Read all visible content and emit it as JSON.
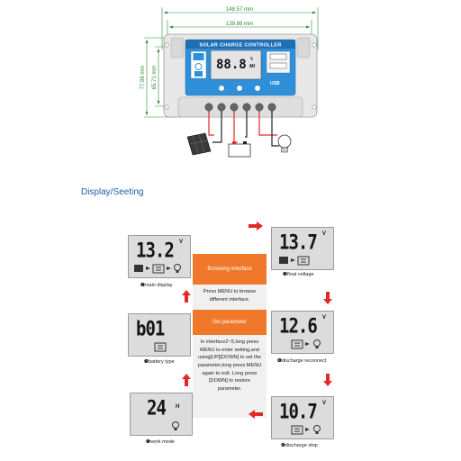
{
  "controller": {
    "brand_title": "SOLAR CHARGE CONTROLLER",
    "display_value": "88.8",
    "display_unit_top": "%",
    "display_unit_bottom": "AH",
    "usb_label": "USB",
    "dimensions": {
      "overall_width": "148.57 mm",
      "hole_spacing": "139.88 mm",
      "overall_height": "77.98 mm",
      "hole_height": "65.71 mm"
    }
  },
  "section_title": "Display/Seeting",
  "panels": [
    {
      "id": "main_display",
      "digits": "13.2",
      "unit": "V",
      "caption_num": "❶",
      "caption": "main display"
    },
    {
      "id": "float_voltage",
      "digits": "13.7",
      "unit": "V",
      "caption_num": "❷",
      "caption": "float voltage"
    },
    {
      "id": "battery_type",
      "digits": "b01",
      "unit": "",
      "caption_num": "❸",
      "caption": "battery type"
    },
    {
      "id": "discharge_reconnect",
      "digits": "12.6",
      "unit": "V",
      "caption_num": "❹",
      "caption": "discharge reconnect"
    },
    {
      "id": "work_mode",
      "digits": "24",
      "unit": "H",
      "caption_num": "❺",
      "caption": "work mode"
    },
    {
      "id": "discharge_stop",
      "digits": "10.7",
      "unit": "V",
      "caption_num": "❻",
      "caption": "discharge stop"
    }
  ],
  "cards": [
    {
      "id": "browsing",
      "title": "Browsing interface",
      "body": "Press MENU to browse different   interface."
    },
    {
      "id": "set_parameter",
      "title": "Set parameter",
      "body": "In interface2~5,long press MENU to enter setting,and using[UP][DOWN] to set the parameter,long press MENU again to exit. Long press [DOWN] to restore parameter."
    }
  ],
  "colors": {
    "accent_orange": "#f0782a",
    "arrow_red": "#e02a2a",
    "title_blue": "#1c5fa8",
    "dimension_green": "#2a8a3a",
    "controller_blue": "#2f8fd8"
  }
}
